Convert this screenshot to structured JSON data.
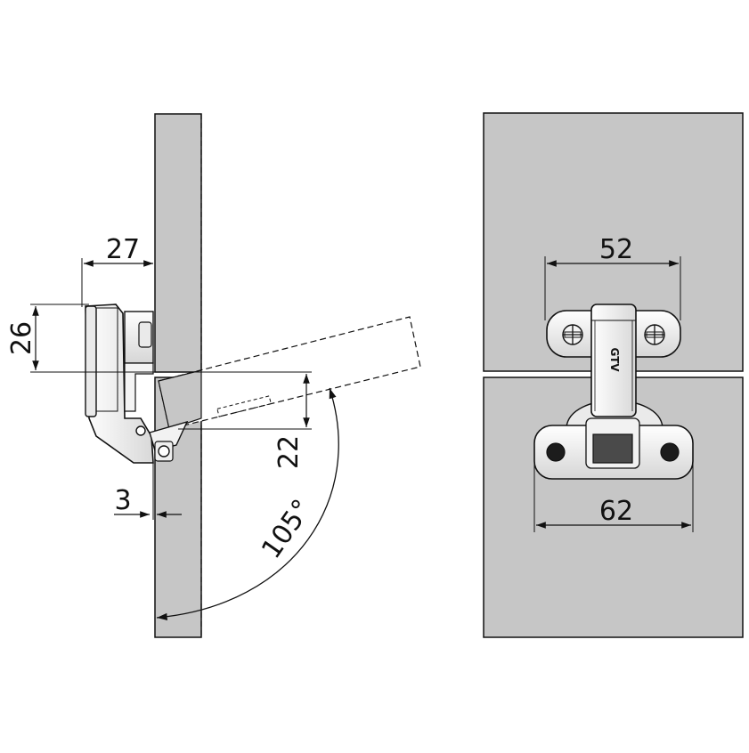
{
  "side_view": {
    "dimensions": {
      "overlay_depth": "27",
      "cup_height": "26",
      "arm_offset": "22",
      "edge_gap": "3",
      "opening_angle": "105°"
    }
  },
  "front_view": {
    "logo_text": "GTV",
    "dimensions": {
      "screw_spacing": "52",
      "plate_spacing": "62"
    }
  },
  "colors": {
    "panel": "#c6c6c6",
    "line": "#111111",
    "metal_light": "#f1f1f1",
    "metal_shade": "#d9d9d9",
    "dark_insert": "#4a4a4a"
  }
}
